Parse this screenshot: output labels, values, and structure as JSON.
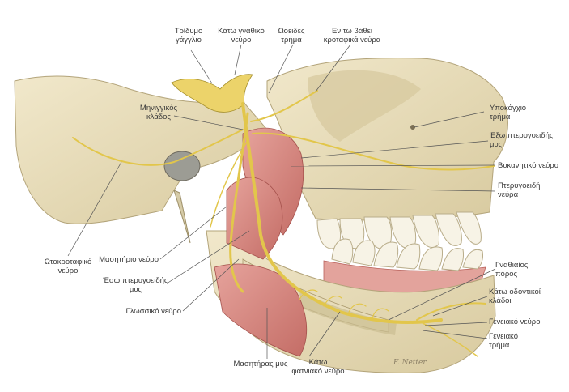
{
  "labels": {
    "trigeminal_ganglion": "Τρίδυμο\nγάγγλιο",
    "mandibular_nerve": "Κάτω γναθικό\nνεύρο",
    "foramen_ovale": "Ωοειδές\nτρήμα",
    "deep_temporal_nerves": "Εν τω βάθει\nκροταφικά νεύρα",
    "meningeal_branch": "Μηνιγγικός\nκλάδος",
    "infraorbital_foramen": "Υποκόγχιο\nτρήμα",
    "lateral_pterygoid_muscle": "Έξω πτερυγοειδής\nμυς",
    "buccal_nerve": "Βυκανητικό νεύρο",
    "pterygoid_nerves": "Πτερυγοειδή\nνεύρα",
    "auriculotemporal_nerve": "Ωτοκροταφικό\nνεύρο",
    "masseteric_nerve": "Μασητήριο νεύρο",
    "medial_pterygoid_muscle": "Έσω πτερυγοειδής\nμυς",
    "lingual_nerve": "Γλωσσικό νεύρο",
    "masseter_muscle": "Μασητήρας μυς",
    "inferior_alveolar_nerve": "Κάτω\nφατνιακό νεύρο",
    "mandibular_canal": "Γναθιαίος\nπόρος",
    "inferior_dental_branches": "Κάτω οδοντικοί\nκλάδοι",
    "mental_nerve": "Γενειακό νεύρο",
    "mental_foramen": "Γενειακό\nτρήμα"
  },
  "signature": "F. Netter",
  "colors": {
    "bone": "#e9dfbf",
    "bone_shadow": "#cdbf95",
    "muscle": "#d98c86",
    "muscle_dark": "#b8605a",
    "nerve": "#e8cf5a",
    "tooth": "#f7f3e6",
    "gum": "#e3a39c",
    "leader": "#555555"
  }
}
